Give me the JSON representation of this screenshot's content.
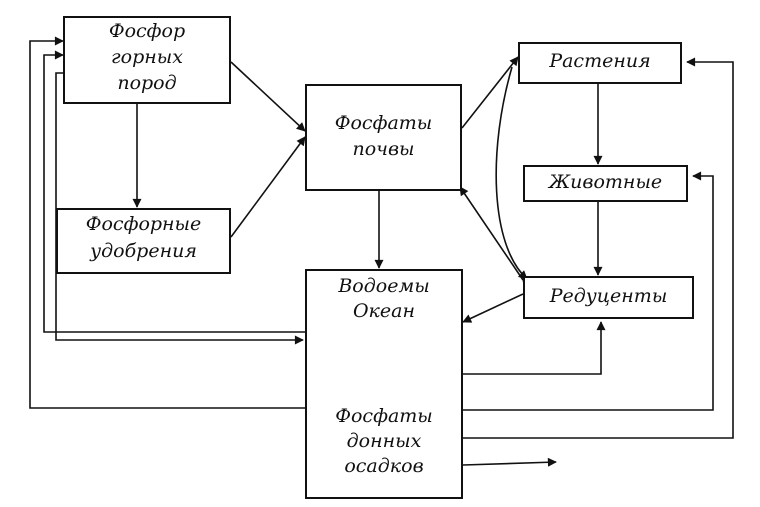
{
  "nodes": {
    "rock_phosphorus": {
      "line1": "Фосфор",
      "line2": "горных",
      "line3": "пород"
    },
    "fertilizers": {
      "line1": "Фосфорные",
      "line2": "удобрения"
    },
    "soil_phosphates": {
      "line1": "Фосфаты",
      "line2": "почвы"
    },
    "plants": {
      "label": "Растения"
    },
    "animals": {
      "label": "Животные"
    },
    "reducers": {
      "label": "Редуценты"
    },
    "water": {
      "line1": "Водоемы",
      "line2": "Океан"
    },
    "sediments": {
      "line1": "Фосфаты",
      "line2": "донных",
      "line3": "осадков"
    }
  },
  "colors": {
    "stroke": "#111111",
    "background": "#ffffff"
  }
}
